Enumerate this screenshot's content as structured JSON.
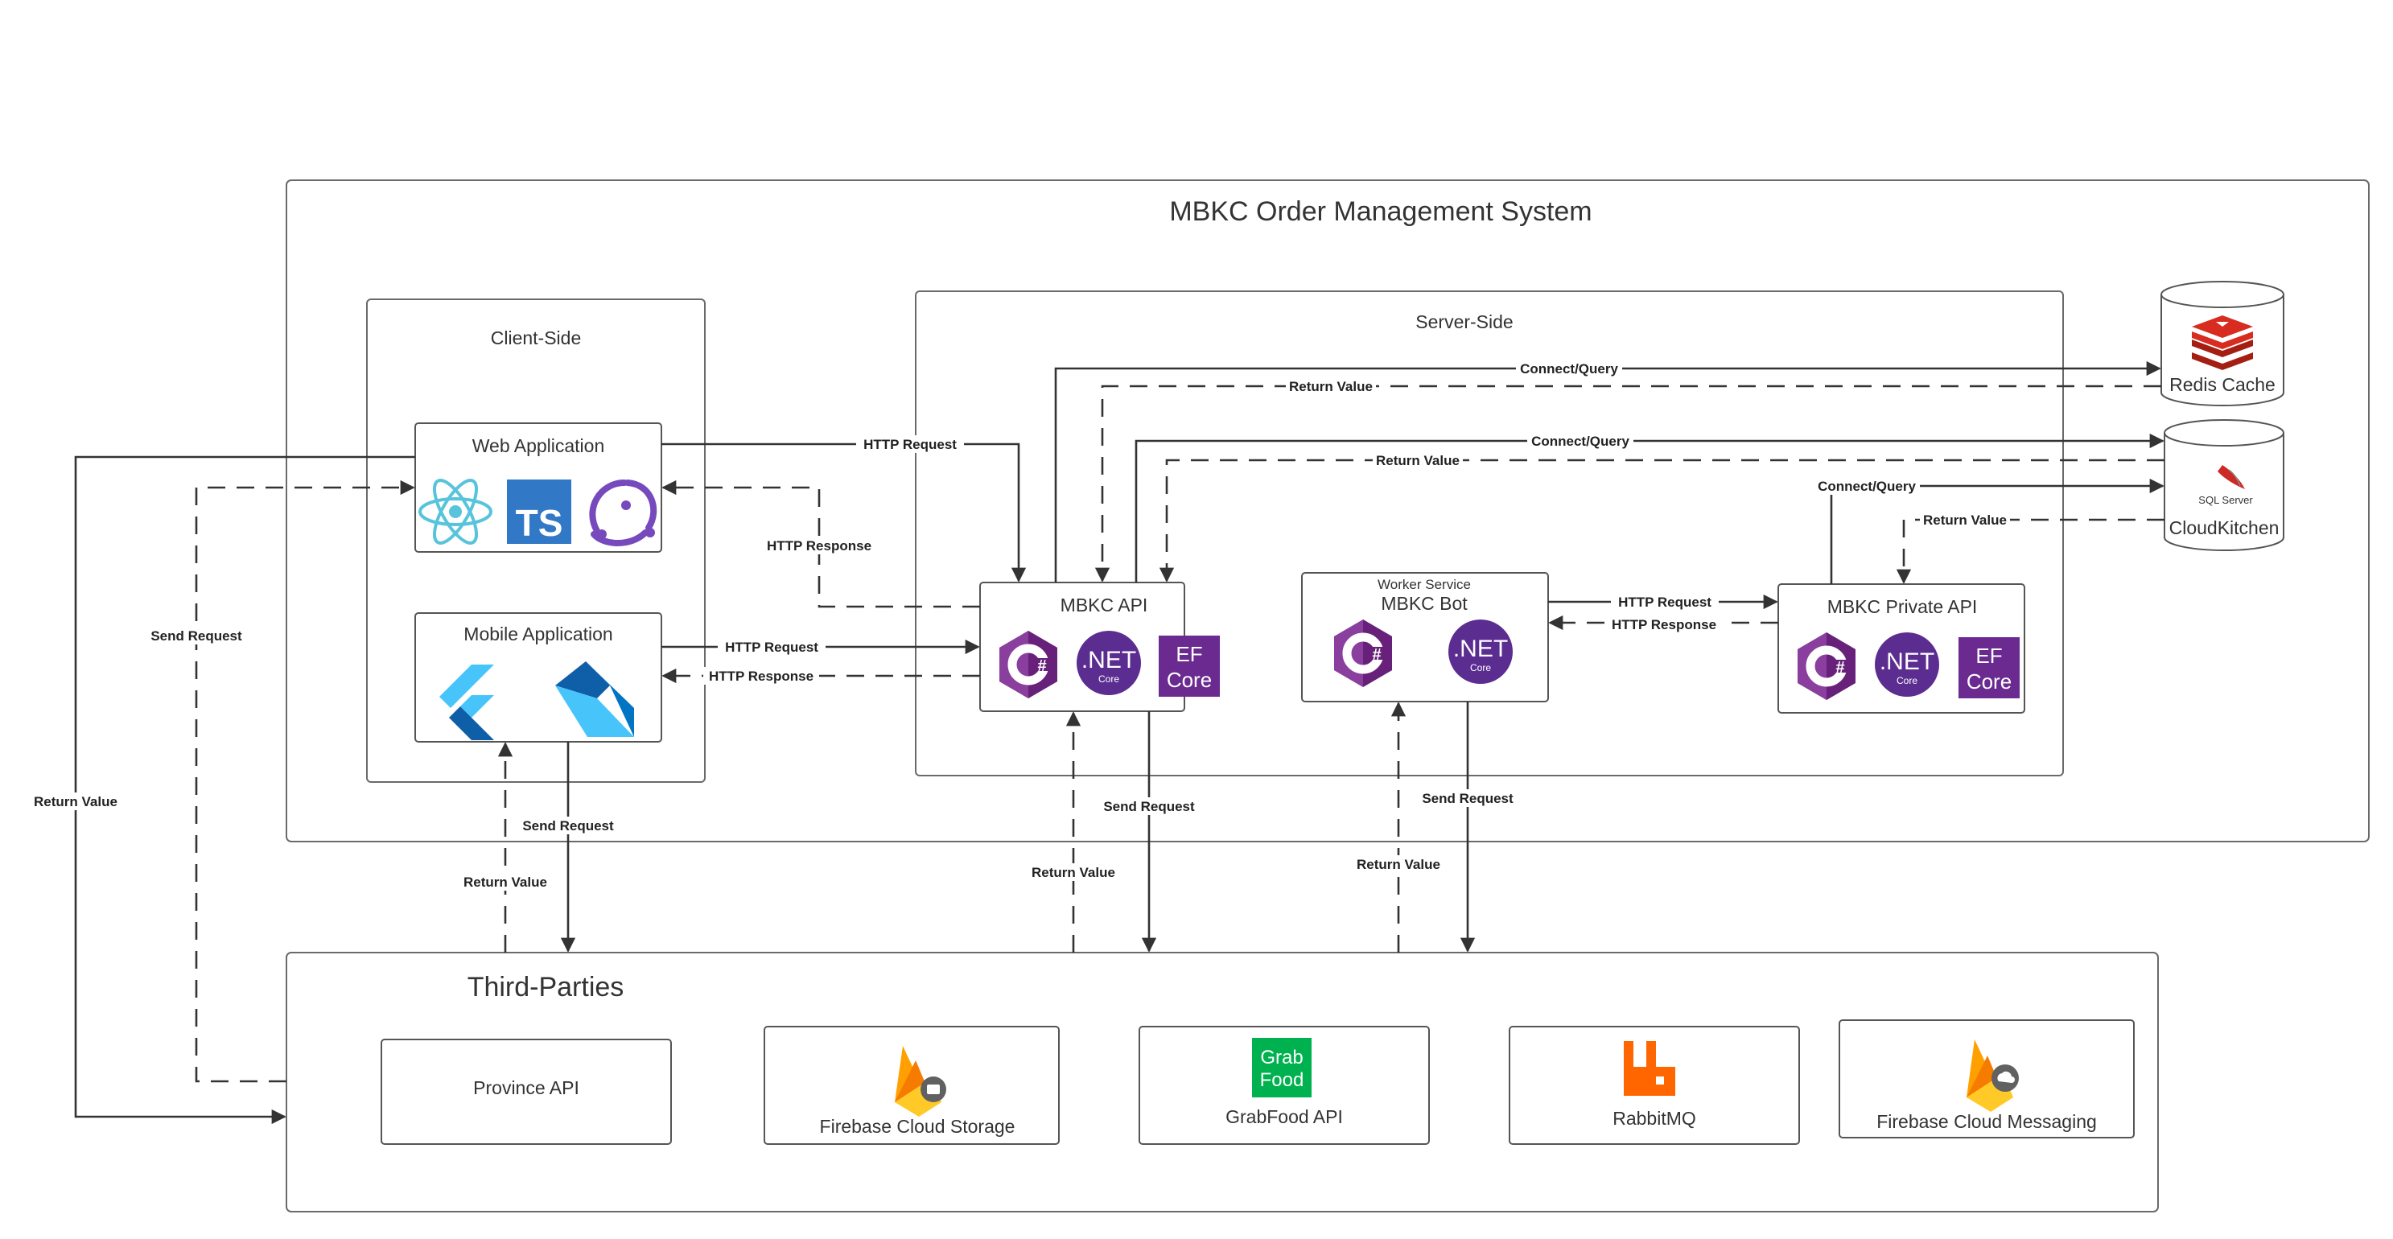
{
  "system": {
    "title": "MBKC Order Management System"
  },
  "client": {
    "title": "Client-Side",
    "web_app": "Web Application",
    "mobile_app": "Mobile Application"
  },
  "server": {
    "title": "Server-Side",
    "mbkc_api": "MBKC API",
    "worker_caption": "Worker Service",
    "mbkc_bot": "MBKC Bot",
    "private_api": "MBKC Private API"
  },
  "datastores": {
    "redis": "Redis Cache",
    "sql_logo_text": "SQL Server",
    "cloudkitchen": "CloudKitchen"
  },
  "third_parties": {
    "title": "Third-Parties",
    "province": "Province API",
    "storage": "Firebase Cloud Storage",
    "grabfood": "GrabFood API",
    "grabfood_logo_line1": "Grab",
    "grabfood_logo_line2": "Food",
    "rabbitmq": "RabbitMQ",
    "messaging": "Firebase Cloud Messaging"
  },
  "logos": {
    "ts": "TS",
    "net": ".NET",
    "core": "Core",
    "ef_line1": "EF",
    "ef_line2": "Core"
  },
  "edges": {
    "http_request": "HTTP Request",
    "http_response": "HTTP Response",
    "send_request": "Send Request",
    "return_value": "Return Value",
    "connect_query": "Connect/Query"
  },
  "colors": {
    "react": "#58c4dc",
    "typescript": "#3178c6",
    "redux": "#764abc",
    "flutter_light": "#47c5fb",
    "flutter_dark": "#0e5fa8",
    "csharp": "#68217a",
    "dotnet": "#5c2d91",
    "efcore": "#6a2a90",
    "redis": "#d82c20",
    "firebase_yellow": "#ffca28",
    "firebase_orange": "#f57c00",
    "grab_green": "#00b14f",
    "rabbitmq": "#ff6600"
  }
}
